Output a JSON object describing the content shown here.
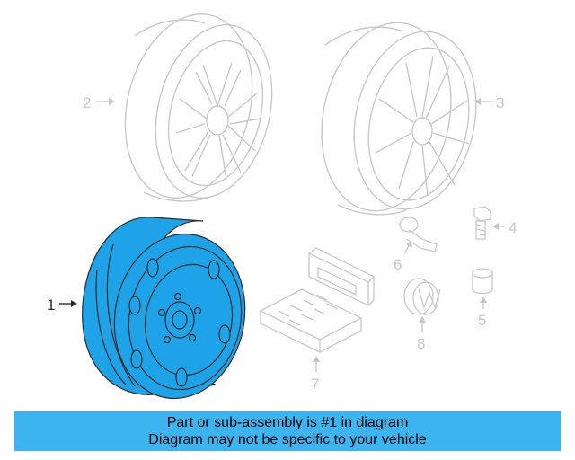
{
  "colors": {
    "highlight": "#1fa3e8",
    "banner": "#3cb4f0",
    "faded": "#c8c8c8",
    "dark": "#2b2b2b"
  },
  "callouts": {
    "c1": "1",
    "c2": "2",
    "c3": "3",
    "c4": "4",
    "c5": "5",
    "c6": "6",
    "c7": "7",
    "c8": "8"
  },
  "banner": {
    "line1": "Part or sub-assembly is #1 in diagram",
    "line2": "Diagram may not be specific to your vehicle"
  }
}
